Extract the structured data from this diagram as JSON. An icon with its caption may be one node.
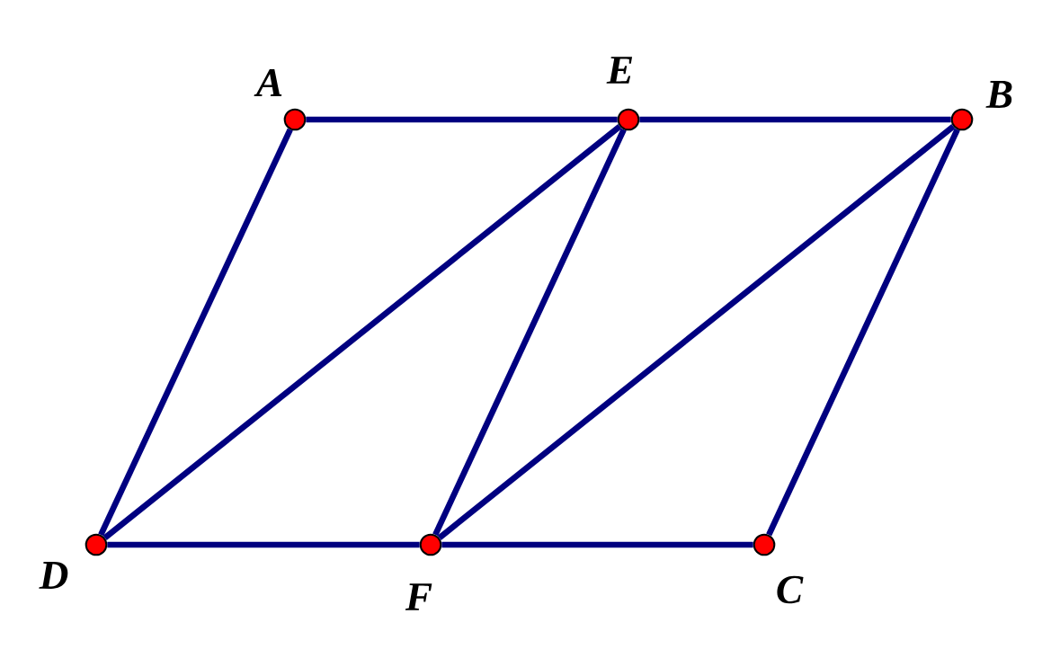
{
  "diagram": {
    "nodes": [
      {
        "text": [
          "A"
        ]
      },
      {
        "text": [
          "E"
        ]
      },
      {
        "text": [
          "B"
        ]
      },
      {
        "text": [
          "D"
        ]
      },
      {
        "text": [
          "F"
        ]
      },
      {
        "text": [
          "C"
        ]
      }
    ],
    "edges": [
      {
        "from": 0,
        "to": 1,
        "arrow": "none"
      },
      {
        "from": 1,
        "to": 2,
        "arrow": "none"
      },
      {
        "from": 0,
        "to": 3,
        "arrow": "none"
      },
      {
        "from": 3,
        "to": 1,
        "arrow": "none"
      },
      {
        "from": 1,
        "to": 4,
        "arrow": "none"
      },
      {
        "from": 2,
        "to": 4,
        "arrow": "none"
      },
      {
        "from": 2,
        "to": 5,
        "arrow": "none"
      },
      {
        "from": 3,
        "to": 4,
        "arrow": "none"
      },
      {
        "from": 4,
        "to": 5,
        "arrow": "none"
      }
    ]
  }
}
